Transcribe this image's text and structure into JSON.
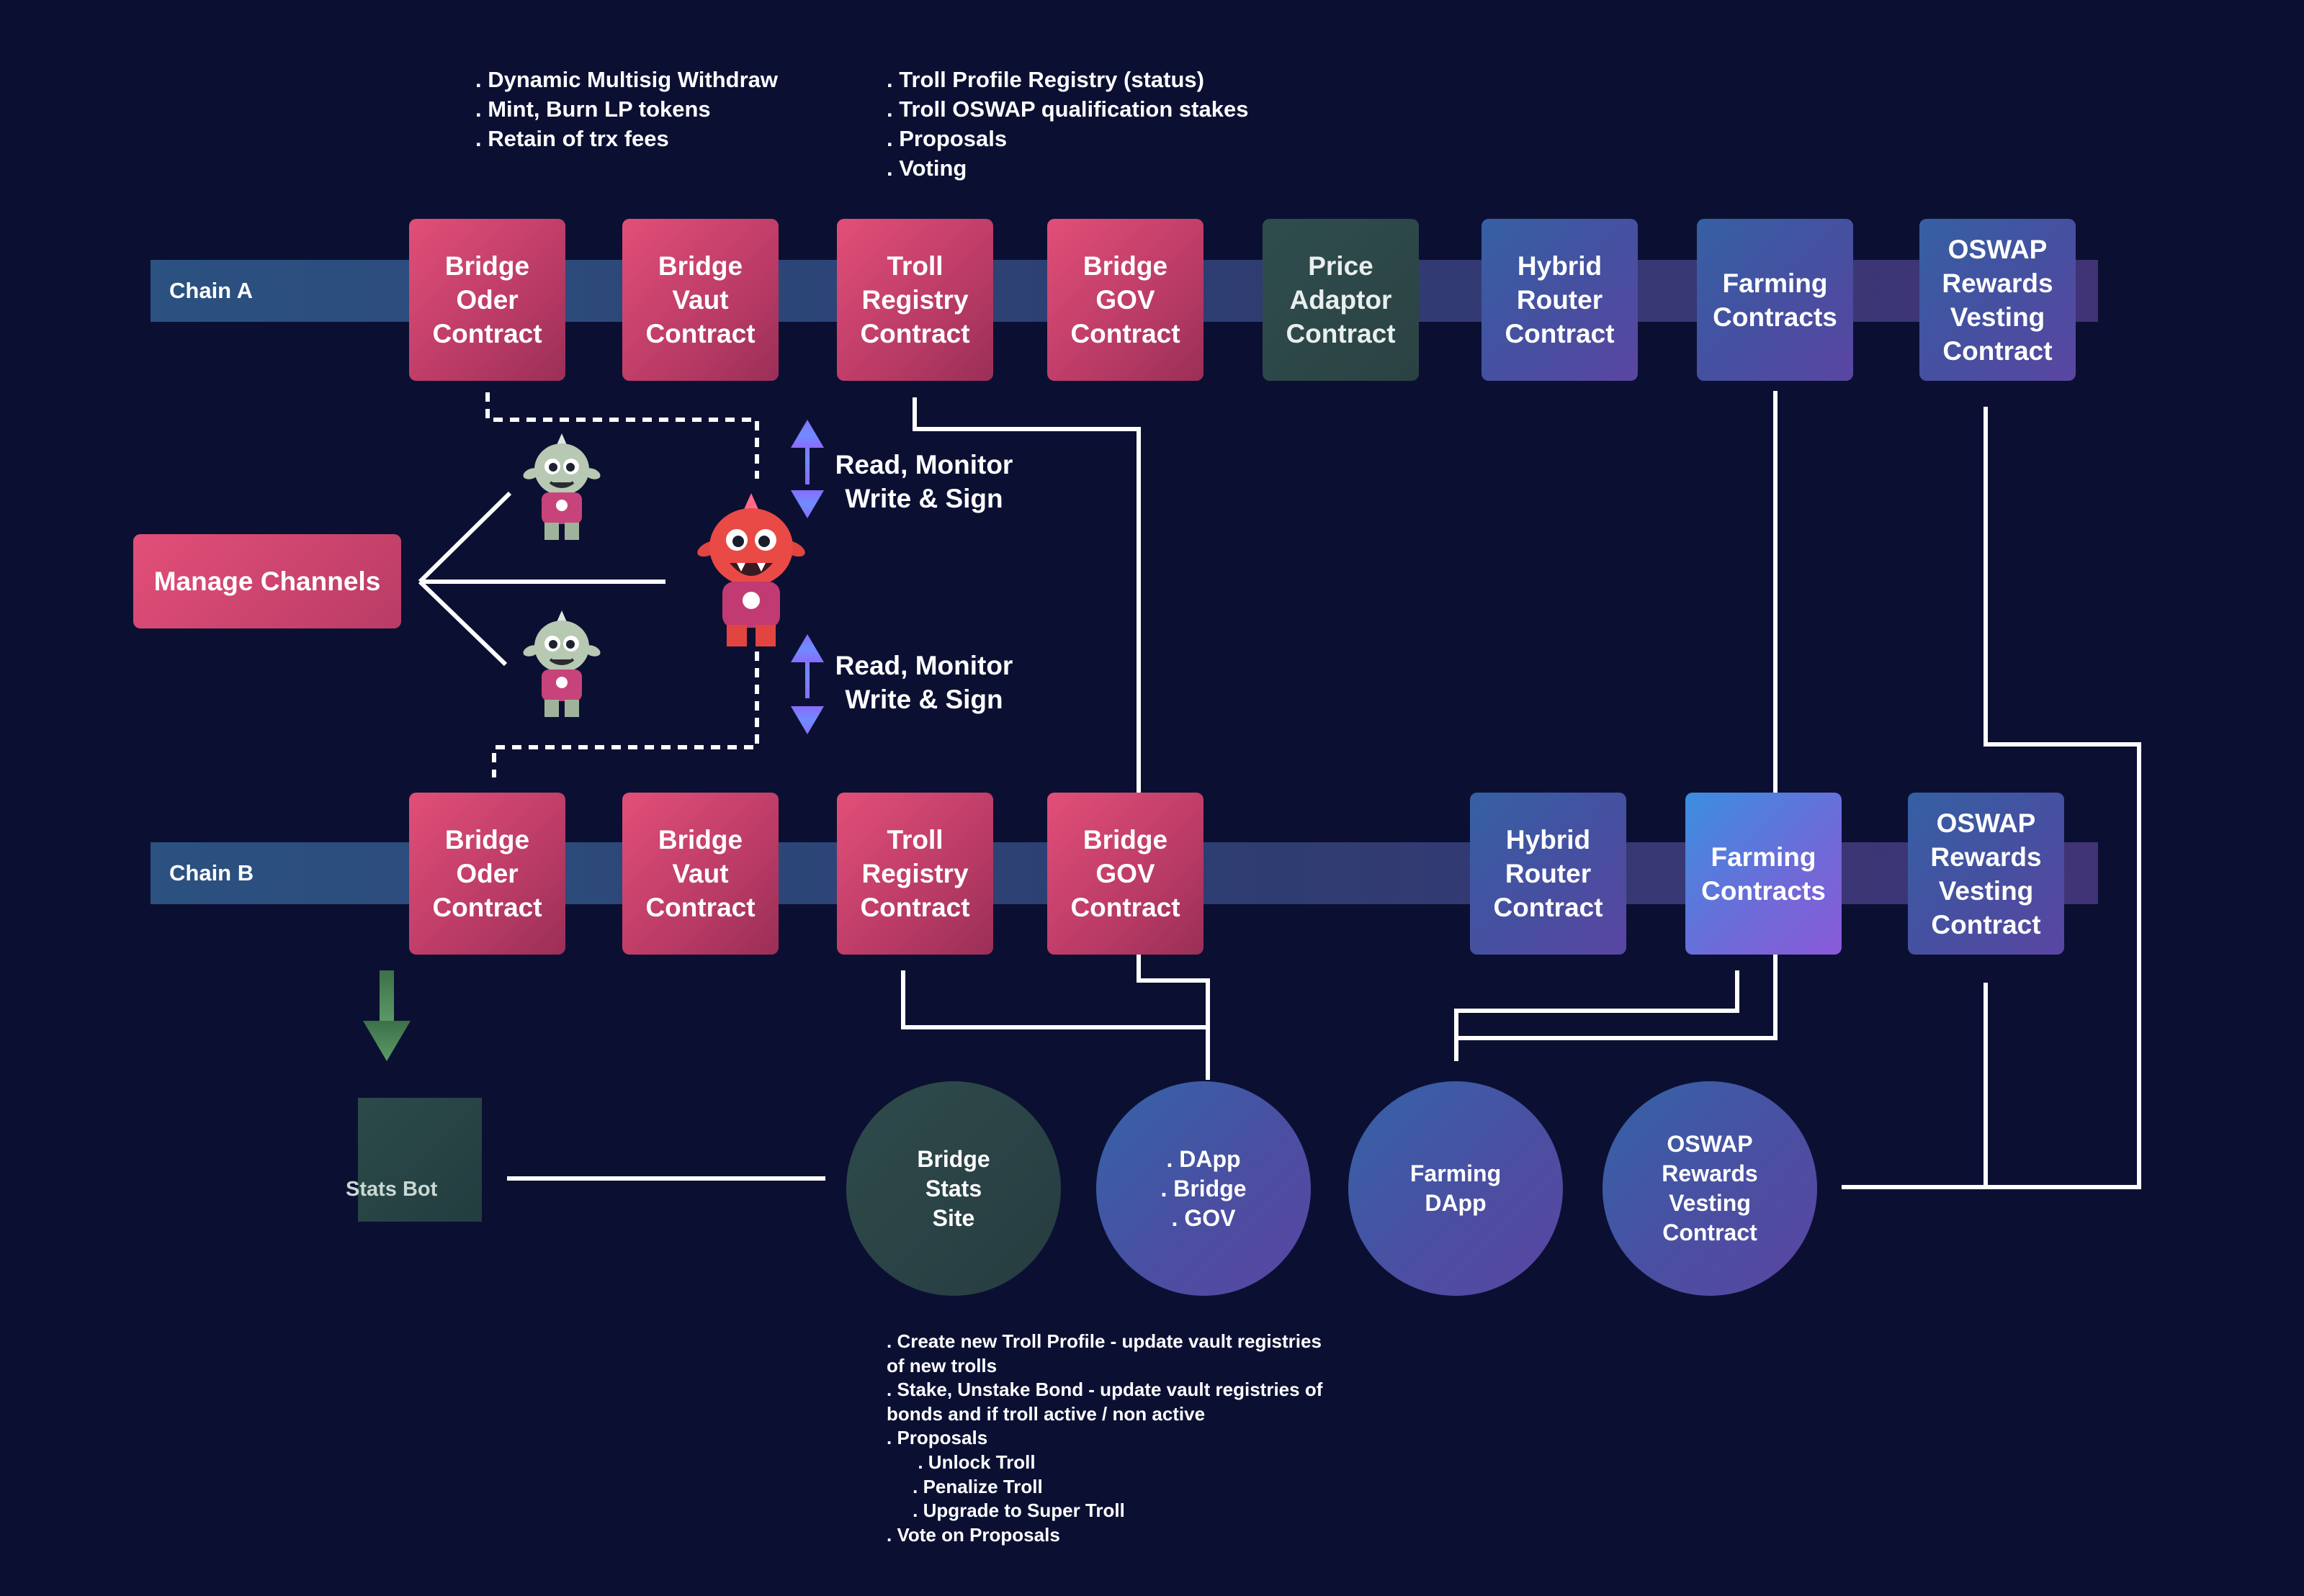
{
  "chains": {
    "a_label": "Chain A",
    "b_label": "Chain B"
  },
  "chain_a": {
    "bridge_oder": "Bridge\nOder\nContract",
    "bridge_vault": "Bridge\nVaut\nContract",
    "troll_registry": "Troll\nRegistry\nContract",
    "bridge_gov": "Bridge\nGOV\nContract",
    "price_adaptor": "Price\nAdaptor\nContract",
    "hybrid_router": "Hybrid\nRouter\nContract",
    "farming": "Farming\nContracts",
    "oswap_rewards": "OSWAP\nRewards\nVesting\nContract"
  },
  "chain_b": {
    "bridge_oder": "Bridge\nOder\nContract",
    "bridge_vault": "Bridge\nVaut\nContract",
    "troll_registry": "Troll\nRegistry\nContract",
    "bridge_gov": "Bridge\nGOV\nContract",
    "hybrid_router": "Hybrid\nRouter\nContract",
    "farming": "Farming\nContracts",
    "oswap_rewards": "OSWAP\nRewards\nVesting\nContract"
  },
  "manage_channels": "Manage Channels",
  "read_monitor_top": "Read, Monitor\nWrite & Sign",
  "read_monitor_bottom": "Read, Monitor\nWrite & Sign",
  "stats_bot": "Stats Bot",
  "circles": {
    "bridge_stats": "Bridge\nStats\nSite",
    "dapp": ". DApp\n. Bridge\n. GOV",
    "farming_dapp": "Farming\nDApp",
    "oswap_rewards": "OSWAP\nRewards\nVesting\nContract"
  },
  "notes": {
    "vault": [
      ". Dynamic Multisig Withdraw",
      ". Mint, Burn LP tokens",
      ". Retain of trx fees"
    ],
    "troll": [
      ". Troll Profile Registry (status)",
      ". Troll OSWAP qualification stakes",
      ". Proposals",
      ". Voting"
    ],
    "dapp": [
      ". Create new Troll Profile - update vault registries",
      "of new trolls",
      ". Stake, Unstake Bond - update vault registries of",
      "bonds and if troll active / non active",
      ". Proposals",
      "      . Unlock Troll",
      "     . Penalize Troll",
      "     . Upgrade to Super Troll",
      ". Vote on Proposals"
    ]
  },
  "colors": {
    "background": "#0b1033",
    "contract_pink": "#e24f78",
    "contract_blue": "#474fa0",
    "contract_teal": "#2f4d4d",
    "arrow_gradient_top": "#8a6cff",
    "arrow_gradient_bottom": "#5fb0ff",
    "down_arrow": "#4f8a5a"
  }
}
